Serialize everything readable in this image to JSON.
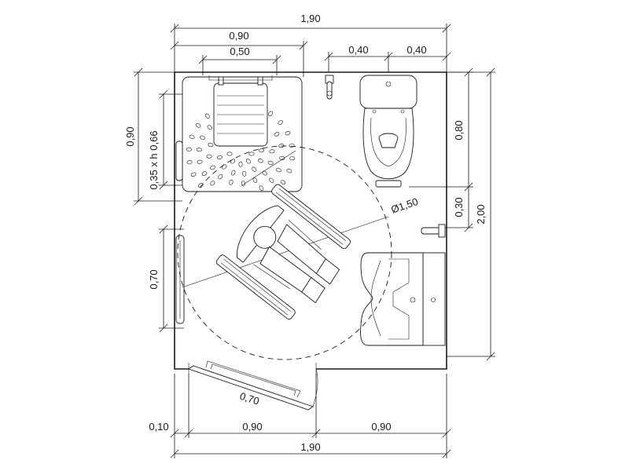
{
  "dimensions": {
    "top_total": "1,90",
    "top_shower_width": "0,90",
    "top_seat_width": "0,50",
    "top_wc_left": "0,40",
    "top_wc_right": "0,40",
    "left_shower_depth": "0,90",
    "left_seat": "0,35 x h 0,66",
    "left_grab_bar": "0,70",
    "right_wc_depth": "0,80",
    "right_grab_offset": "0,30",
    "right_total": "2,00",
    "turning_circle": "Ø1,50",
    "door_width": "0,70",
    "bottom_wall": "0,10",
    "bottom_door_span": "0,90",
    "bottom_right_span": "0,90",
    "bottom_total": "1,90"
  }
}
